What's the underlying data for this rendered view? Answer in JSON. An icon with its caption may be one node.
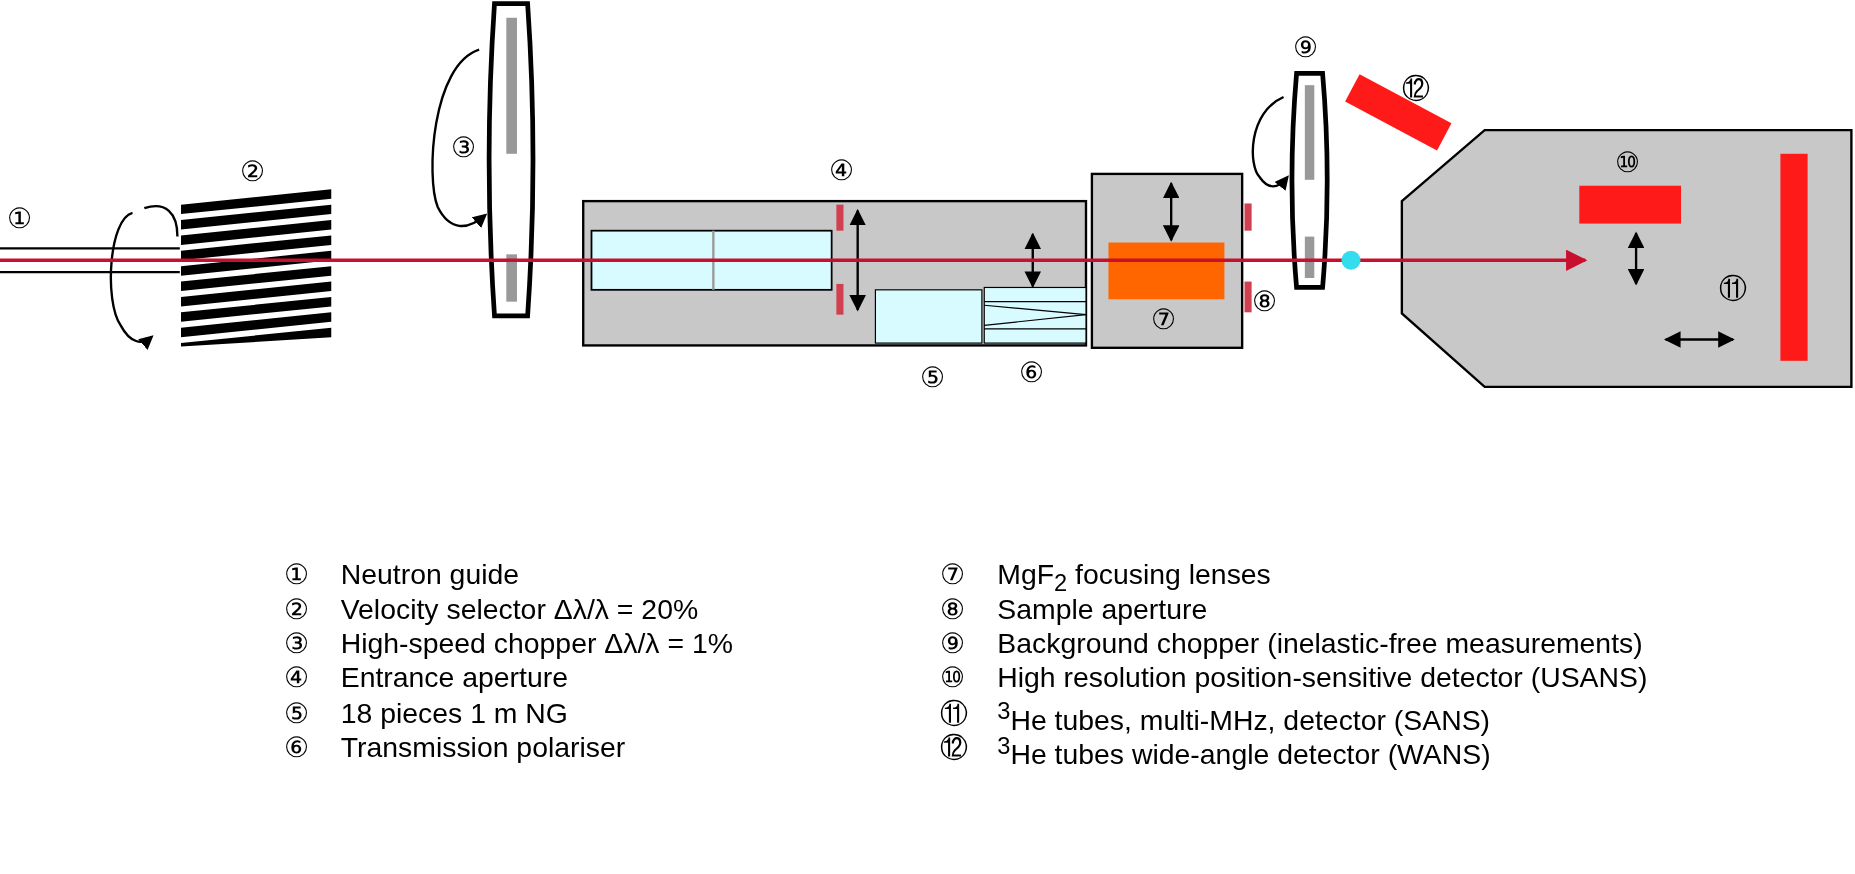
{
  "diagram": {
    "labels": [
      "⑨",
      "⑫",
      "③",
      "②",
      "④",
      "⑩",
      "①",
      "⑪",
      "⑧",
      "⑦",
      "⑤",
      "⑥",
      "①",
      "Neutron guide",
      "②",
      "Velocity selector Δλ/λ = 20%",
      "③",
      "High-speed chopper Δλ/λ = 1%",
      "④",
      "Entrance aperture",
      "⑤",
      "18 pieces 1 m NG",
      "⑥",
      "Transmission polariser",
      "⑦",
      "MgF$_{2}$ focusing lenses",
      "⑧",
      "Sample aperture",
      "⑨",
      "Background chopper (inelastic-free measurements)",
      "⑩",
      "High resolution position-sensitive detector (USANS)",
      "⑪",
      "$^{3}$He tubes, multi-MHz, detector (SANS)",
      "⑫",
      "$^{3}$He tubes wide-angle detector (WANS)"
    ]
  }
}
